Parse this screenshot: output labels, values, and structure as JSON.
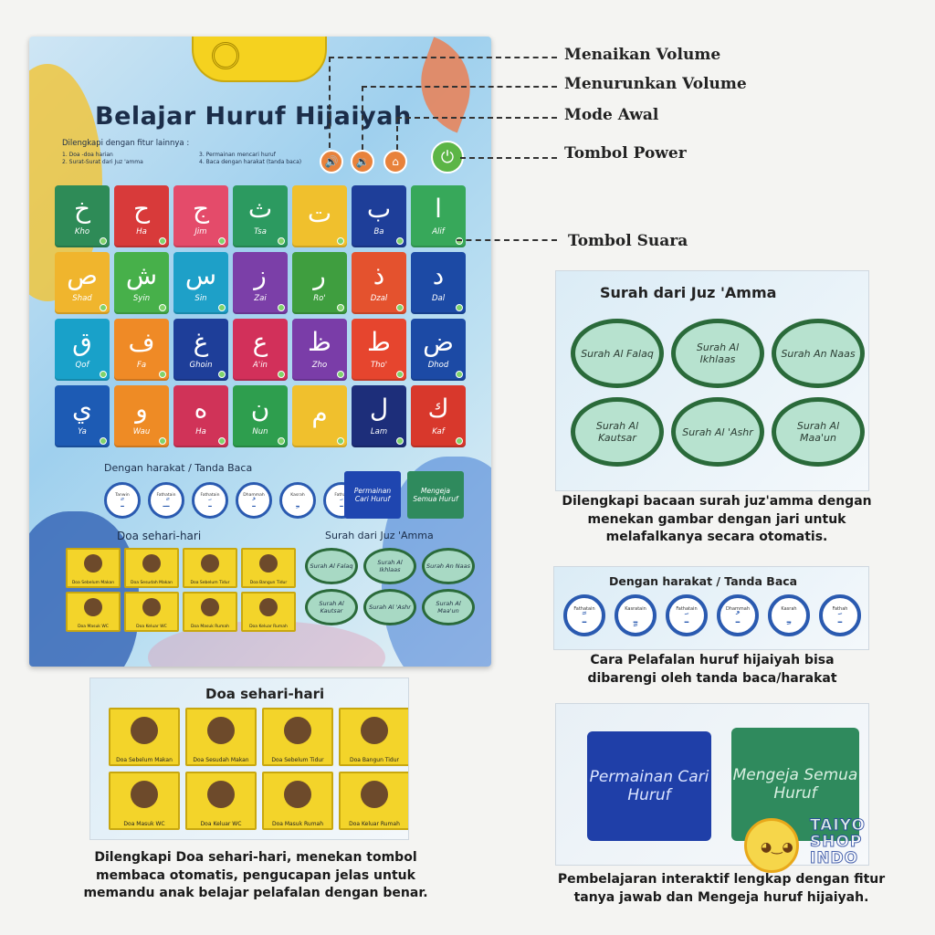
{
  "poster": {
    "title": "Belajar Huruf Hijaiyah",
    "subtitle": "Dilengkapi dengan fitur lainnya :",
    "features": [
      "1. Doa -doa harian",
      "3. Permainan mencari huruf",
      "2. Surat-Surat dari Juz 'amma",
      "4. Baca dengan harakat (tanda baca)"
    ],
    "letters": [
      {
        "ar": "خ",
        "lat": "Kho",
        "color": "#2e8b57"
      },
      {
        "ar": "ح",
        "lat": "Ha",
        "color": "#d83a3a"
      },
      {
        "ar": "ج",
        "lat": "Jim",
        "color": "#e44b6a"
      },
      {
        "ar": "ث",
        "lat": "Tsa",
        "color": "#2c9a60"
      },
      {
        "ar": "ت",
        "lat": "",
        "color": "#f0c02d"
      },
      {
        "ar": "ب",
        "lat": "Ba",
        "color": "#1e3e99"
      },
      {
        "ar": "ا",
        "lat": "Alif",
        "color": "#37a85a"
      },
      {
        "ar": "ص",
        "lat": "Shad",
        "color": "#f0b52d"
      },
      {
        "ar": "ش",
        "lat": "Syin",
        "color": "#47b04a"
      },
      {
        "ar": "س",
        "lat": "Sin",
        "color": "#1ea0c8"
      },
      {
        "ar": "ز",
        "lat": "Zai",
        "color": "#7b3fa8"
      },
      {
        "ar": "ر",
        "lat": "Ro'",
        "color": "#3f9e3f"
      },
      {
        "ar": "ذ",
        "lat": "Dzal",
        "color": "#e4522e"
      },
      {
        "ar": "د",
        "lat": "Dal",
        "color": "#1c4aa5"
      },
      {
        "ar": "ق",
        "lat": "Qof",
        "color": "#19a1c9"
      },
      {
        "ar": "ف",
        "lat": "Fa",
        "color": "#ef8a26"
      },
      {
        "ar": "غ",
        "lat": "Ghoin",
        "color": "#1e3e99"
      },
      {
        "ar": "ع",
        "lat": "A'in",
        "color": "#d2305a"
      },
      {
        "ar": "ظ",
        "lat": "Zho",
        "color": "#7a3da8"
      },
      {
        "ar": "ط",
        "lat": "Tho'",
        "color": "#e6452e"
      },
      {
        "ar": "ض",
        "lat": "Dhod",
        "color": "#1c4aa5"
      },
      {
        "ar": "ي",
        "lat": "Ya",
        "color": "#1d5bb4"
      },
      {
        "ar": "و",
        "lat": "Wau",
        "color": "#ee8b25"
      },
      {
        "ar": "ه",
        "lat": "Ha",
        "color": "#d03358"
      },
      {
        "ar": "ن",
        "lat": "Nun",
        "color": "#2e9e4e"
      },
      {
        "ar": "م",
        "lat": "",
        "color": "#f0c02d"
      },
      {
        "ar": "ل",
        "lat": "Lam",
        "color": "#1d2e7a"
      },
      {
        "ar": "ك",
        "lat": "Kaf",
        "color": "#d8382c"
      }
    ],
    "harakat_title": "Dengan harakat / Tanda Baca",
    "harakat": [
      {
        "name": "Tanwin",
        "mark": "ـً"
      },
      {
        "name": "Fathatain",
        "mark": "ـًـ"
      },
      {
        "name": "Fathatain",
        "mark": "ـَ"
      },
      {
        "name": "Dhammah",
        "mark": "ـُ"
      },
      {
        "name": "Kasrah",
        "mark": "ـِ"
      },
      {
        "name": "Fathah",
        "mark": "ـَ"
      }
    ],
    "game_btn1": "Permainan Cari Huruf",
    "game_btn2": "Mengeja Semua Huruf",
    "doa_title": "Doa sehari-hari",
    "doa": [
      "Doa Sebelum Makan",
      "Doa Sesudah Makan",
      "Doa Sebelum Tidur",
      "Doa Bangun Tidur",
      "Doa Masuk WC",
      "Doa Keluar WC",
      "Doa Masuk Rumah",
      "Doa Keluar Rumah"
    ],
    "juz_title": "Surah dari Juz 'Amma",
    "juz": [
      "Surah Al Falaq",
      "Surah Al Ikhlaas",
      "Surah An Naas",
      "Surah Al Kautsar",
      "Surah Al 'Ashr",
      "Surah Al Maa'un"
    ]
  },
  "callouts": {
    "vol_up": "Menaikan Volume",
    "vol_down": "Menurunkan Volume",
    "mode": "Mode Awal",
    "power": "Tombol Power",
    "sound": "Tombol Suara"
  },
  "panel_juz": {
    "title": "Surah dari Juz 'Amma",
    "surahs": [
      "Surah Al Falaq",
      "Surah Al Ikhlaas",
      "Surah An Naas",
      "Surah Al Kautsar",
      "Surah Al 'Ashr",
      "Surah Al Maa'un"
    ],
    "caption": "Dilengkapi bacaan surah juz'amma dengan menekan gambar dengan jari untuk melafalkanya secara otomatis."
  },
  "panel_hk": {
    "title": "Dengan harakat / Tanda Baca",
    "items": [
      {
        "name": "Fathatain",
        "mark": "ـً"
      },
      {
        "name": "Kasratain",
        "mark": "ـٍ"
      },
      {
        "name": "Fathatain",
        "mark": "ـَ"
      },
      {
        "name": "Dhammah",
        "mark": "ـُ"
      },
      {
        "name": "Kasrah",
        "mark": "ـِ"
      },
      {
        "name": "Fathah",
        "mark": "ـَ"
      }
    ],
    "caption": "Cara Pelafalan huruf hijaiyah bisa dibarengi oleh tanda baca/harakat"
  },
  "panel_doa": {
    "title": "Doa sehari-hari",
    "items": [
      "Doa Sebelum Makan",
      "Doa Sesudah Makan",
      "Doa Sebelum Tidur",
      "Doa Bangun Tidur",
      "Doa Masuk WC",
      "Doa Keluar WC",
      "Doa Masuk Rumah",
      "Doa Keluar Rumah"
    ],
    "caption": "Dilengkapi Doa sehari-hari, menekan tombol membaca otomatis, pengucapan jelas untuk memandu anak belajar pelafalan dengan benar."
  },
  "panel_game": {
    "btn1": "Permainan Cari Huruf",
    "btn2": "Mengeja Semua Huruf",
    "caption": "Pembelajaran interaktif lengkap dengan fitur tanya jawab dan Mengeja huruf hijaiyah."
  },
  "watermark": {
    "line1": "TAIYO",
    "line2": "SHOP",
    "line3": "INDO"
  }
}
